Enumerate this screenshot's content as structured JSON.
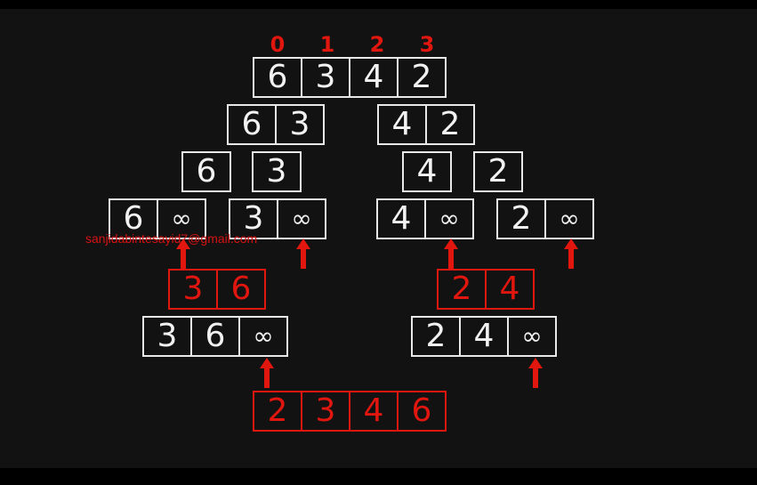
{
  "colors": {
    "background": "#121212",
    "box": "#e8e8e8",
    "highlight": "#e0160f"
  },
  "indices": [
    "0",
    "1",
    "2",
    "3"
  ],
  "levels": {
    "root": [
      "6",
      "3",
      "4",
      "2"
    ],
    "split_left": [
      "6",
      "3"
    ],
    "split_right": [
      "4",
      "2"
    ],
    "single_a": [
      "6"
    ],
    "single_b": [
      "3"
    ],
    "single_c": [
      "4"
    ],
    "single_d": [
      "2"
    ],
    "sentinel_a": [
      "6",
      "∞"
    ],
    "sentinel_b": [
      "3",
      "∞"
    ],
    "sentinel_c": [
      "4",
      "∞"
    ],
    "sentinel_d": [
      "2",
      "∞"
    ],
    "merged_left": [
      "3",
      "6"
    ],
    "merged_right": [
      "2",
      "4"
    ],
    "sentinel_left": [
      "3",
      "6",
      "∞"
    ],
    "sentinel_right": [
      "2",
      "4",
      "∞"
    ],
    "final": [
      "2",
      "3",
      "4",
      "6"
    ]
  },
  "watermark": "sanjidabintesayid7@gmail.com",
  "icons": {
    "arrow": "up-arrow-icon"
  }
}
